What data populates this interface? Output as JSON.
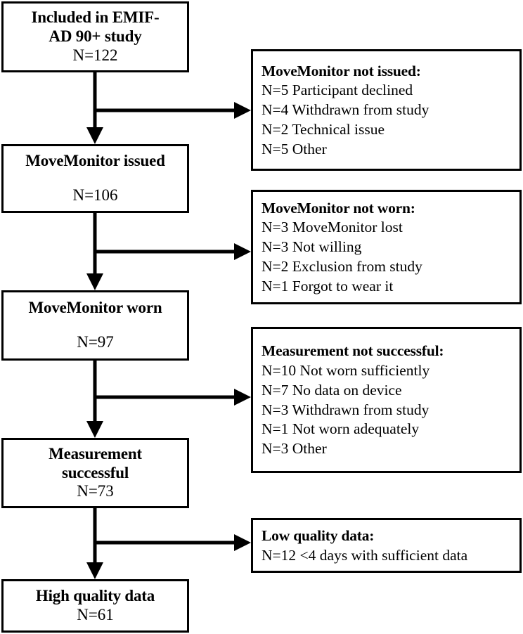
{
  "diagram": {
    "type": "flowchart",
    "orientation": "vertical-with-right-exclusions",
    "main_nodes": [
      {
        "title": "Included in EMIF-AD 90+ study",
        "title_line1": "Included in EMIF-",
        "title_line2": "AD 90+ study",
        "count": "N=122"
      },
      {
        "title": "MoveMonitor issued",
        "count": "N=106"
      },
      {
        "title": "MoveMonitor worn",
        "count": "N=97"
      },
      {
        "title": "Measurement successful",
        "title_line1": "Measurement",
        "title_line2": "successful",
        "count": "N=73"
      },
      {
        "title": "High quality data",
        "count": "N=61"
      }
    ],
    "exclusion_boxes": [
      {
        "title": "MoveMonitor not issued:",
        "reasons": [
          "N=5 Participant declined",
          "N=4 Withdrawn from study",
          "N=2 Technical issue",
          "N=5 Other"
        ]
      },
      {
        "title": "MoveMonitor not worn:",
        "reasons": [
          "N=3 MoveMonitor lost",
          "N=3 Not willing",
          "N=2 Exclusion from study",
          "N=1 Forgot to wear it"
        ]
      },
      {
        "title": "Measurement not successful:",
        "reasons": [
          "N=10 Not worn sufficiently",
          "N=7 No data on device",
          "N=3 Withdrawn from study",
          "N=1 Not worn adequately",
          "N=3 Other"
        ]
      },
      {
        "title": "Low quality data:",
        "reasons": [
          "N=12 <4 days with sufficient data"
        ]
      }
    ],
    "colors": {
      "stroke": "#000000",
      "fill": "#ffffff",
      "text": "#000000"
    }
  }
}
